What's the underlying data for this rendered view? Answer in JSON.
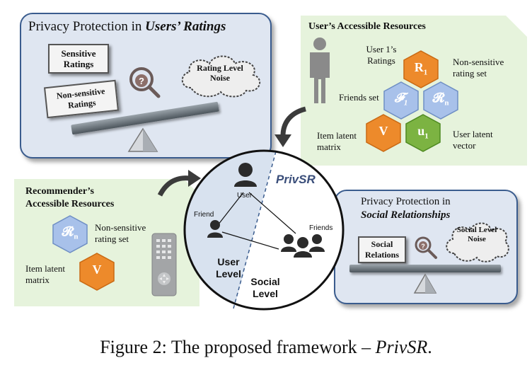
{
  "top_left": {
    "title_plain": "Privacy Protection in ",
    "title_emph": "Users’ Ratings",
    "sensitive_card": "Sensitive Ratings",
    "nonsensitive_card": "Non-sensitive Ratings",
    "cloud": "Rating Level Noise"
  },
  "top_right": {
    "title": "User’s Accessible Resources",
    "user1_ratings": "User 1’s Ratings",
    "r1_symbol": "R",
    "r1_sub": "1",
    "nonsensitive_set": "Non-sensitive rating set",
    "friends_set": "Friends set",
    "f1_symbol": "𝓕",
    "f1_sub": "1",
    "rn_symbol": "𝓡",
    "rn_sub": "n",
    "item_latent": "Item latent matrix",
    "v_symbol": "V",
    "u1_symbol": "u",
    "u1_sub": "1",
    "user_latent": "User latent vector"
  },
  "center": {
    "title": "PrivSR",
    "user": "User",
    "friend": "Friend",
    "friends": "Friends",
    "user_level": "User Level",
    "social_level": "Social Level"
  },
  "bottom_left": {
    "title": "Recommender’s Accessible Resources",
    "rn_symbol": "𝓡",
    "rn_sub": "n",
    "nonsensitive_set": "Non-sensitive rating set",
    "item_latent": "Item latent matrix",
    "v_symbol": "V"
  },
  "bottom_right": {
    "title_plain": "Privacy Protection in",
    "title_emph": "Social Relationships",
    "social_card": "Social Relations",
    "cloud": "Social Level Noise"
  },
  "caption": {
    "plain": "Figure 2: The proposed framework – ",
    "emph": "PrivSR",
    "end": "."
  },
  "colors": {
    "panel_blue_bg": "#dfe6f1",
    "panel_blue_border": "#3a5c8e",
    "panel_green_bg": "#e6f3dc",
    "hex_orange": "#ed8a2b",
    "hex_green": "#7cb342",
    "hex_blue": "#9fb9e6"
  }
}
